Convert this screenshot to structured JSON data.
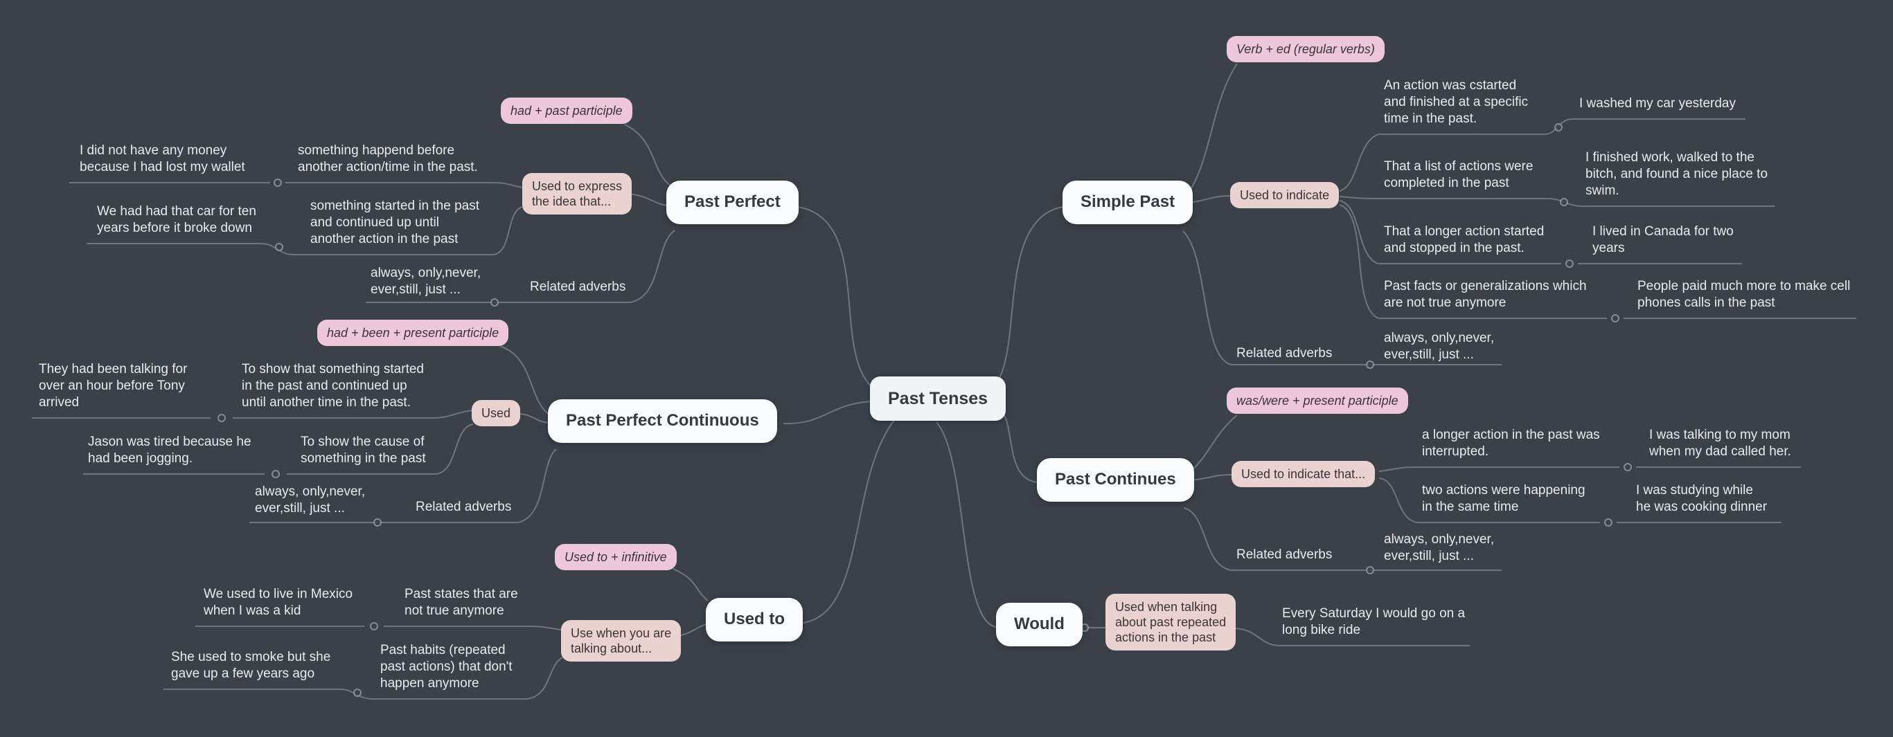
{
  "colors": {
    "background": "#3a4149",
    "node_bg": "#fafbfc",
    "center_bg": "#f2f5f7",
    "formula_badge": "#efc7db",
    "usage_badge": "#e9d2cf",
    "line": "#98a0a7",
    "text": "#e9ebee"
  },
  "center": {
    "label": "Past Tenses"
  },
  "branches": {
    "past_perfect": {
      "label": "Past Perfect",
      "formula": "had + past participle",
      "usage": "Used to express\nthe idea that...",
      "point1": "something happend before\nanother action/time in the past.",
      "example1": "I did not have any money\nbecause I had lost my wallet",
      "point2": "something started in the past\nand continued up until\nanother action in the past",
      "example2": "We had had that car for ten\nyears before it broke down",
      "adverbs_label": "Related adverbs",
      "adverbs": "always, only,never,\never,still, just ..."
    },
    "past_perfect_continuous": {
      "label": "Past Perfect Continuous",
      "formula": "had + been + present participle",
      "usage": "Used",
      "point1": "To show that something started\nin the past and continued up\nuntil another time in the past.",
      "example1": "They had been talking for\nover an hour before Tony\narrived",
      "point2": "To show the cause of\nsomething in the past",
      "example2": "Jason was tired because he\nhad been jogging.",
      "adverbs_label": "Related adverbs",
      "adverbs": "always, only,never,\never,still, just ..."
    },
    "used_to": {
      "label": "Used to",
      "formula": "Used to + infinitive",
      "usage": "Use when you are\ntalking about...",
      "point1": "Past states that are\nnot true anymore",
      "example1": "We used to live in Mexico\nwhen I was a kid",
      "point2": "Past habits (repeated\npast actions) that don't\nhappen anymore",
      "example2": "She used to smoke but she\ngave up a few years ago"
    },
    "simple_past": {
      "label": "Simple Past",
      "formula": "Verb + ed (regular verbs)",
      "usage": "Used to indicate",
      "point1": "An action was cstarted\nand finished at a specific\ntime in the past.",
      "example1": "I washed my car yesterday",
      "point2": "That a list of actions were\ncompleted in the past",
      "example2": "I finished work, walked to the\nbitch, and found a nice place to\nswim.",
      "point3": "That a longer action started\nand stopped in the past.",
      "example3": "I lived in Canada for two\nyears",
      "point4": "Past facts or generalizations which\nare not true anymore",
      "example4": "People paid much more to make cell\nphones calls in the past",
      "adverbs_label": "Related adverbs",
      "adverbs": "always, only,never,\never,still, just ..."
    },
    "past_continues": {
      "label": "Past Continues",
      "formula": "was/were + present participle",
      "usage": "Used to indicate that...",
      "point1": "a longer action in the past was\ninterrupted.",
      "example1": "I was talking to my mom\nwhen my dad called her.",
      "point2": "two actions were happening\nin the same time",
      "example2": "I was studying while\nhe was cooking dinner",
      "adverbs_label": "Related adverbs",
      "adverbs": "always, only,never,\never,still, just ..."
    },
    "would": {
      "label": "Would",
      "usage": "Used when talking\nabout past repeated\nactions in the past",
      "example1": "Every Saturday I would go on a\nlong bike ride"
    }
  }
}
